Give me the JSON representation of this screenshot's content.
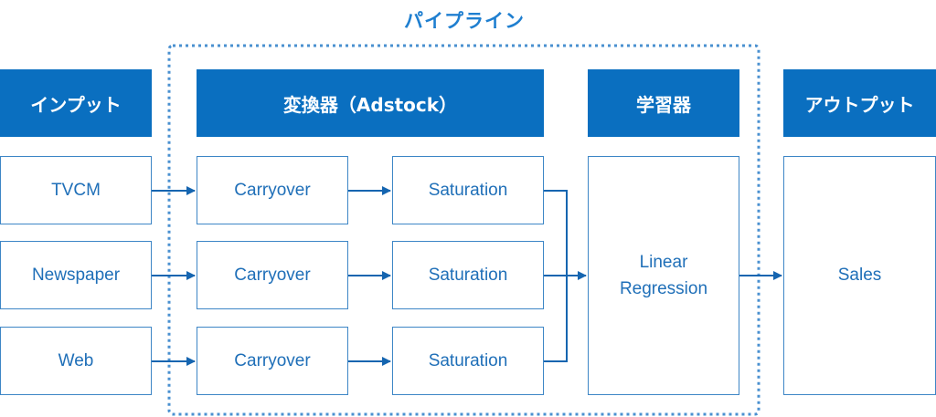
{
  "pipeline": {
    "title": "パイプライン"
  },
  "headers": {
    "input": "インプット",
    "transformer": "変換器（Adstock）",
    "learner": "学習器",
    "output": "アウトプット"
  },
  "inputs": [
    {
      "label": "TVCM"
    },
    {
      "label": "Newspaper"
    },
    {
      "label": "Web"
    }
  ],
  "carryover": [
    {
      "label": "Carryover"
    },
    {
      "label": "Carryover"
    },
    {
      "label": "Carryover"
    }
  ],
  "saturation": [
    {
      "label": "Saturation"
    },
    {
      "label": "Saturation"
    },
    {
      "label": "Saturation"
    }
  ],
  "learner": {
    "line1": "Linear",
    "line2": "Regression"
  },
  "output": {
    "label": "Sales"
  },
  "colors": {
    "header_fill": "#0a6fc0",
    "node_border": "#3d86c6",
    "node_text": "#1f6fb8",
    "arrow": "#1565b0",
    "pipeline_border": "#4a90d0"
  }
}
